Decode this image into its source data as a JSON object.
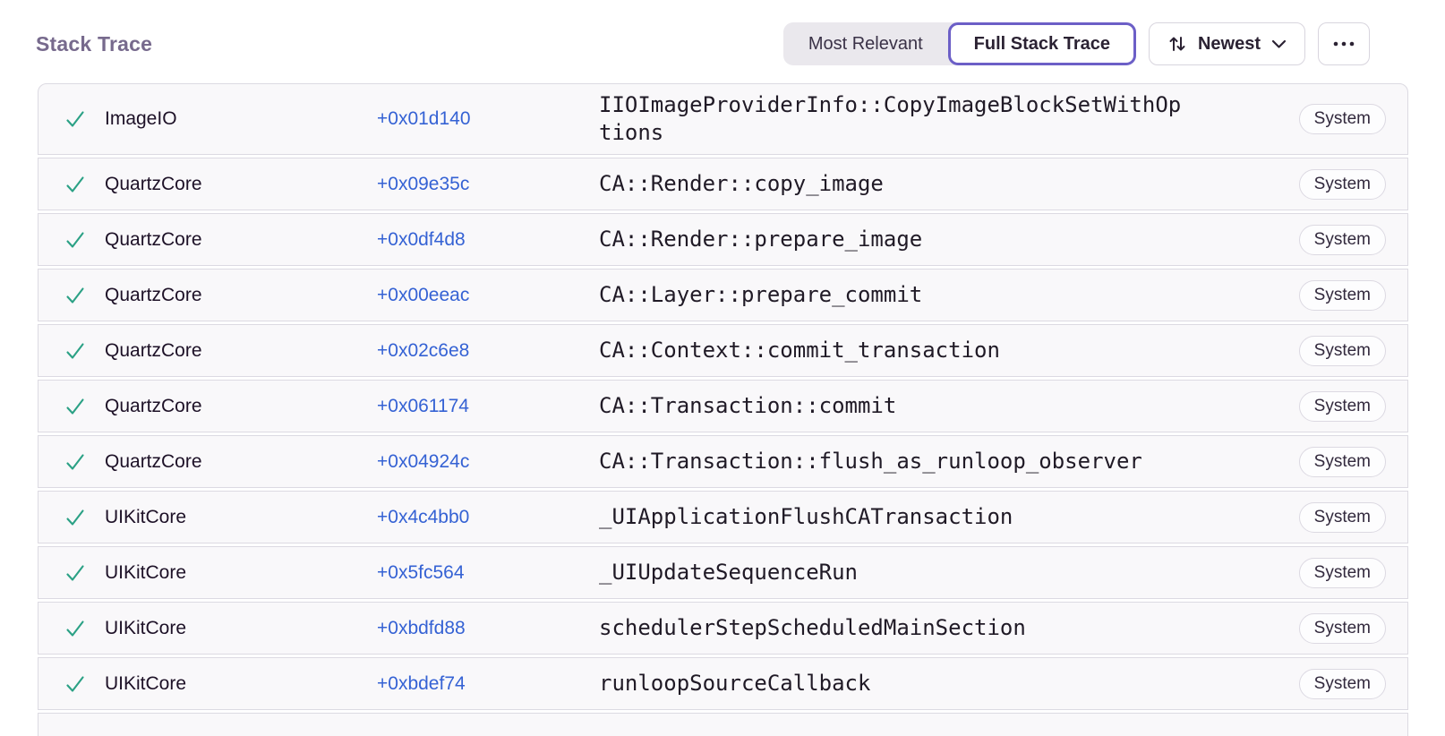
{
  "header": {
    "title": "Stack Trace",
    "view_toggle": {
      "most_relevant": "Most Relevant",
      "full_stack_trace": "Full Stack Trace"
    },
    "sort_button": {
      "label": "Newest"
    }
  },
  "colors": {
    "accent_purple": "#6c5fc7",
    "link_blue": "#3562d4",
    "check_green": "#2ba185",
    "title_gray_purple": "#776a8d",
    "row_background": "#f9f8fa",
    "row_border": "#dcdae2"
  },
  "frames": [
    {
      "status_icon": "check-icon",
      "module": "ImageIO",
      "address": "+0x01d140",
      "function": "IIOImageProviderInfo::CopyImageBlockSetWithOptions",
      "badge": "System"
    },
    {
      "status_icon": "check-icon",
      "module": "QuartzCore",
      "address": "+0x09e35c",
      "function": "CA::Render::copy_image",
      "badge": "System"
    },
    {
      "status_icon": "check-icon",
      "module": "QuartzCore",
      "address": "+0x0df4d8",
      "function": "CA::Render::prepare_image",
      "badge": "System"
    },
    {
      "status_icon": "check-icon",
      "module": "QuartzCore",
      "address": "+0x00eeac",
      "function": "CA::Layer::prepare_commit",
      "badge": "System"
    },
    {
      "status_icon": "check-icon",
      "module": "QuartzCore",
      "address": "+0x02c6e8",
      "function": "CA::Context::commit_transaction",
      "badge": "System"
    },
    {
      "status_icon": "check-icon",
      "module": "QuartzCore",
      "address": "+0x061174",
      "function": "CA::Transaction::commit",
      "badge": "System"
    },
    {
      "status_icon": "check-icon",
      "module": "QuartzCore",
      "address": "+0x04924c",
      "function": "CA::Transaction::flush_as_runloop_observer",
      "badge": "System"
    },
    {
      "status_icon": "check-icon",
      "module": "UIKitCore",
      "address": "+0x4c4bb0",
      "function": "_UIApplicationFlushCATransaction",
      "badge": "System"
    },
    {
      "status_icon": "check-icon",
      "module": "UIKitCore",
      "address": "+0x5fc564",
      "function": "_UIUpdateSequenceRun",
      "badge": "System"
    },
    {
      "status_icon": "check-icon",
      "module": "UIKitCore",
      "address": "+0xbdfd88",
      "function": "schedulerStepScheduledMainSection",
      "badge": "System"
    },
    {
      "status_icon": "check-icon",
      "module": "UIKitCore",
      "address": "+0xbdef74",
      "function": "runloopSourceCallback",
      "badge": "System"
    }
  ]
}
